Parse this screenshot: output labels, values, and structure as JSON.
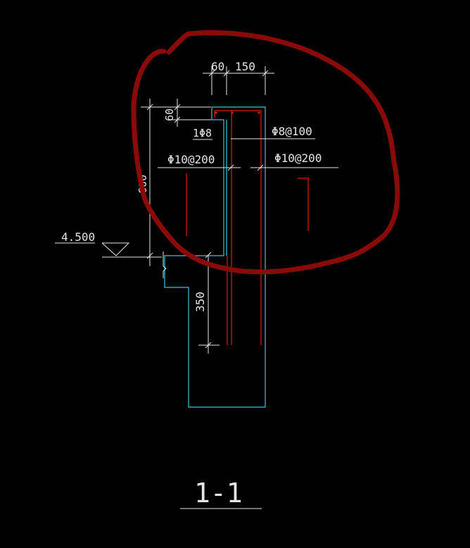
{
  "drawing": {
    "section_title": "1-1",
    "elevation": "4.500",
    "dimensions": {
      "top_left_width": "60",
      "top_right_width": "150",
      "top_height": "60",
      "parapet_height": "600",
      "lower_depth": "350"
    },
    "rebar_labels": {
      "corner_bar": "1Φ8",
      "stirrup": "Φ8@100",
      "left_vertical": "Φ10@200",
      "right_vertical": "Φ10@200"
    }
  },
  "colors": {
    "background": "#000000",
    "concrete_outline": "#39c6d6",
    "rebar": "#e01818",
    "dimension_lines": "#e6e6e6",
    "annotation_markup": "#8a0a0a"
  }
}
